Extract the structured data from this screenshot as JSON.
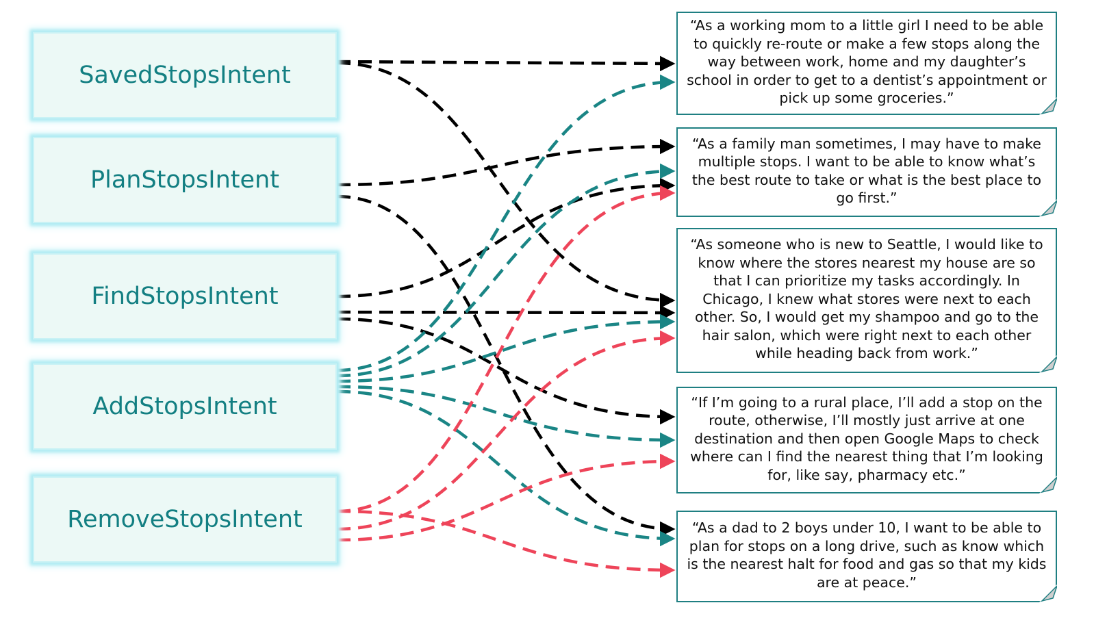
{
  "intents": [
    {
      "id": "saved",
      "label": "SavedStopsIntent"
    },
    {
      "id": "plan",
      "label": "PlanStopsIntent"
    },
    {
      "id": "find",
      "label": "FindStopsIntent"
    },
    {
      "id": "add",
      "label": "AddStopsIntent"
    },
    {
      "id": "remove",
      "label": "RemoveStopsIntent"
    }
  ],
  "quotes": [
    {
      "id": "q1",
      "text": "“As a working mom to a little girl I need to be able to quickly re-route or make a few stops along the way between work, home and my daughter’s school in order to get to a dentist’s appointment or pick up some groceries.”"
    },
    {
      "id": "q2",
      "text": "“As a family man sometimes, I may have to make multiple stops. I want to be able to know what’s the best route to take or what is the best place to go first.”"
    },
    {
      "id": "q3",
      "text": "“As someone who is new to Seattle, I would like to know where the stores nearest my house are so that I can prioritize my tasks accordingly. In Chicago, I knew what stores were next to each other. So, I would get my shampoo and go to the hair salon, which were right next to each other while heading back from work.”"
    },
    {
      "id": "q4",
      "text": "“If I’m going to a rural place, I’ll add a stop on the route, otherwise, I’ll mostly just arrive at one destination and then open Google Maps to check where can I find the nearest thing that I’m looking for, like say, pharmacy etc.”"
    },
    {
      "id": "q5",
      "text": "“As a dad to 2 boys under 10, I want to be able to plan for stops on a long drive, such as know which is the nearest halt for food and gas so that my kids are at peace.”"
    }
  ],
  "colors": {
    "intent_text": "#137f82",
    "black_link": "#000000",
    "teal_link": "#1a8585",
    "red_link": "#ee4459"
  },
  "links": [
    {
      "from": "saved",
      "to": "q1",
      "color": "black"
    },
    {
      "from": "saved",
      "to": "q3",
      "color": "black"
    },
    {
      "from": "plan",
      "to": "q2",
      "color": "black"
    },
    {
      "from": "plan",
      "to": "q5",
      "color": "black"
    },
    {
      "from": "find",
      "to": "q2",
      "color": "black"
    },
    {
      "from": "find",
      "to": "q3",
      "color": "black"
    },
    {
      "from": "find",
      "to": "q4",
      "color": "black"
    },
    {
      "from": "add",
      "to": "q1",
      "color": "teal"
    },
    {
      "from": "add",
      "to": "q2",
      "color": "teal"
    },
    {
      "from": "add",
      "to": "q3",
      "color": "teal"
    },
    {
      "from": "add",
      "to": "q4",
      "color": "teal"
    },
    {
      "from": "add",
      "to": "q5",
      "color": "teal"
    },
    {
      "from": "remove",
      "to": "q2",
      "color": "red"
    },
    {
      "from": "remove",
      "to": "q3",
      "color": "red"
    },
    {
      "from": "remove",
      "to": "q4",
      "color": "red"
    },
    {
      "from": "remove",
      "to": "q5",
      "color": "red"
    }
  ]
}
